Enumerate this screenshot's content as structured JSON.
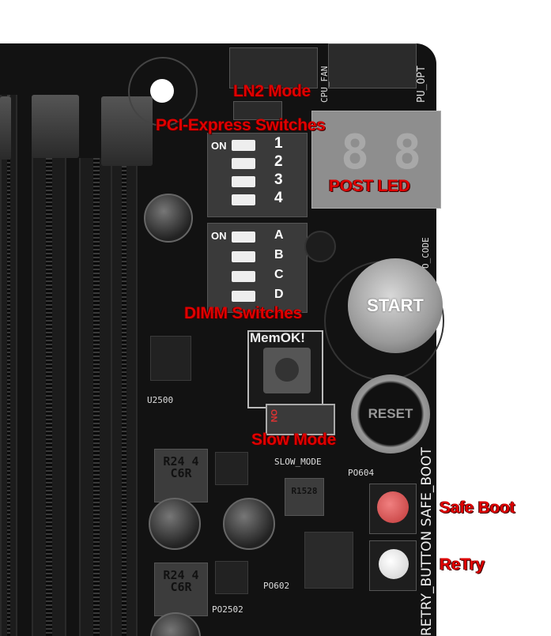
{
  "labels": {
    "ln2_mode": "LN2 Mode",
    "pcie_switches": "PCI-Express Switches",
    "post_led": "POST LED",
    "dimm_switches": "DIMM Switches",
    "slow_mode": "Slow Mode",
    "safe_boot": "Safe Boot",
    "retry": "ReTry"
  },
  "buttons": {
    "start": "START",
    "reset": "RESET"
  },
  "pcie_switch_block": {
    "on": "ON",
    "positions": [
      "1",
      "2",
      "3",
      "4"
    ]
  },
  "dimm_switch_block": {
    "on": "ON",
    "positions": [
      "A",
      "B",
      "C",
      "D"
    ]
  },
  "silkscreen": {
    "memok": "MemOK!",
    "slow_mode": "SLOW_MODE",
    "slow_on": "ON",
    "po604": "PO604",
    "po602": "PO602",
    "po2502": "PO2502",
    "q_code": "O_CODE",
    "fan_header": "CPU_FAN",
    "opt_header": "PU_OPT",
    "safe_boot_retry": "RETRY_BUTTON SAFE_BOOT",
    "u2500": "U2500",
    "r1528": "R1528",
    "inductor": "R24 4 C6R"
  },
  "colors": {
    "label": "#e00000",
    "board": "#121212",
    "safe_boot_button": "#e05050",
    "retry_button": "#f2f2f2"
  }
}
